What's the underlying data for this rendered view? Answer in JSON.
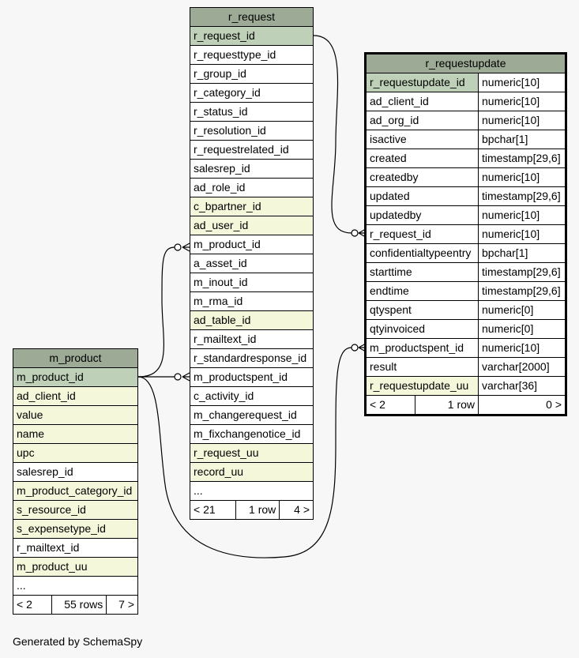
{
  "colors": {
    "background": "#f7f7f7",
    "header": "#9caa96",
    "primary_key": "#bed1b8",
    "indexed": "#f4f7da",
    "plain": "#ffffff",
    "focus_border": "#000000"
  },
  "tables": {
    "r_request": {
      "title": "r_request",
      "columns": [
        {
          "name": "r_request_id",
          "kind": "pk"
        },
        {
          "name": "r_requesttype_id",
          "kind": "plain"
        },
        {
          "name": "r_group_id",
          "kind": "plain"
        },
        {
          "name": "r_category_id",
          "kind": "plain"
        },
        {
          "name": "r_status_id",
          "kind": "plain"
        },
        {
          "name": "r_resolution_id",
          "kind": "plain"
        },
        {
          "name": "r_requestrelated_id",
          "kind": "plain"
        },
        {
          "name": "salesrep_id",
          "kind": "plain"
        },
        {
          "name": "ad_role_id",
          "kind": "plain"
        },
        {
          "name": "c_bpartner_id",
          "kind": "indexed"
        },
        {
          "name": "ad_user_id",
          "kind": "indexed"
        },
        {
          "name": "m_product_id",
          "kind": "plain"
        },
        {
          "name": "a_asset_id",
          "kind": "plain"
        },
        {
          "name": "m_inout_id",
          "kind": "plain"
        },
        {
          "name": "m_rma_id",
          "kind": "plain"
        },
        {
          "name": "ad_table_id",
          "kind": "indexed"
        },
        {
          "name": "r_mailtext_id",
          "kind": "plain"
        },
        {
          "name": "r_standardresponse_id",
          "kind": "plain"
        },
        {
          "name": "m_productspent_id",
          "kind": "plain"
        },
        {
          "name": "c_activity_id",
          "kind": "plain"
        },
        {
          "name": "m_changerequest_id",
          "kind": "plain"
        },
        {
          "name": "m_fixchangenotice_id",
          "kind": "plain"
        },
        {
          "name": "r_request_uu",
          "kind": "indexed"
        },
        {
          "name": "record_uu",
          "kind": "indexed"
        }
      ],
      "ellipsis": "...",
      "footer": {
        "parents": "< 21",
        "rows": "1 row",
        "children": "4 >"
      }
    },
    "r_requestupdate": {
      "title": "r_requestupdate",
      "columns": [
        {
          "name": "r_requestupdate_id",
          "type": "numeric[10]",
          "kind": "pk"
        },
        {
          "name": "ad_client_id",
          "type": "numeric[10]",
          "kind": "plain"
        },
        {
          "name": "ad_org_id",
          "type": "numeric[10]",
          "kind": "plain"
        },
        {
          "name": "isactive",
          "type": "bpchar[1]",
          "kind": "plain"
        },
        {
          "name": "created",
          "type": "timestamp[29,6]",
          "kind": "plain"
        },
        {
          "name": "createdby",
          "type": "numeric[10]",
          "kind": "plain"
        },
        {
          "name": "updated",
          "type": "timestamp[29,6]",
          "kind": "plain"
        },
        {
          "name": "updatedby",
          "type": "numeric[10]",
          "kind": "plain"
        },
        {
          "name": "r_request_id",
          "type": "numeric[10]",
          "kind": "plain"
        },
        {
          "name": "confidentialtypeentry",
          "type": "bpchar[1]",
          "kind": "plain"
        },
        {
          "name": "starttime",
          "type": "timestamp[29,6]",
          "kind": "plain"
        },
        {
          "name": "endtime",
          "type": "timestamp[29,6]",
          "kind": "plain"
        },
        {
          "name": "qtyspent",
          "type": "numeric[0]",
          "kind": "plain"
        },
        {
          "name": "qtyinvoiced",
          "type": "numeric[0]",
          "kind": "plain"
        },
        {
          "name": "m_productspent_id",
          "type": "numeric[10]",
          "kind": "plain"
        },
        {
          "name": "result",
          "type": "varchar[2000]",
          "kind": "plain"
        },
        {
          "name": "r_requestupdate_uu",
          "type": "varchar[36]",
          "kind": "indexed"
        }
      ],
      "footer": {
        "parents": "< 2",
        "rows": "1 row",
        "children": "0 >"
      }
    },
    "m_product": {
      "title": "m_product",
      "columns": [
        {
          "name": "m_product_id",
          "kind": "pk"
        },
        {
          "name": "ad_client_id",
          "kind": "indexed"
        },
        {
          "name": "value",
          "kind": "indexed"
        },
        {
          "name": "name",
          "kind": "indexed"
        },
        {
          "name": "upc",
          "kind": "indexed"
        },
        {
          "name": "salesrep_id",
          "kind": "plain"
        },
        {
          "name": "m_product_category_id",
          "kind": "indexed"
        },
        {
          "name": "s_resource_id",
          "kind": "indexed"
        },
        {
          "name": "s_expensetype_id",
          "kind": "indexed"
        },
        {
          "name": "r_mailtext_id",
          "kind": "plain"
        },
        {
          "name": "m_product_uu",
          "kind": "indexed"
        }
      ],
      "ellipsis": "...",
      "footer": {
        "parents": "< 2",
        "rows": "55 rows",
        "children": "7 >"
      }
    }
  },
  "footer_text": "Generated by SchemaSpy"
}
